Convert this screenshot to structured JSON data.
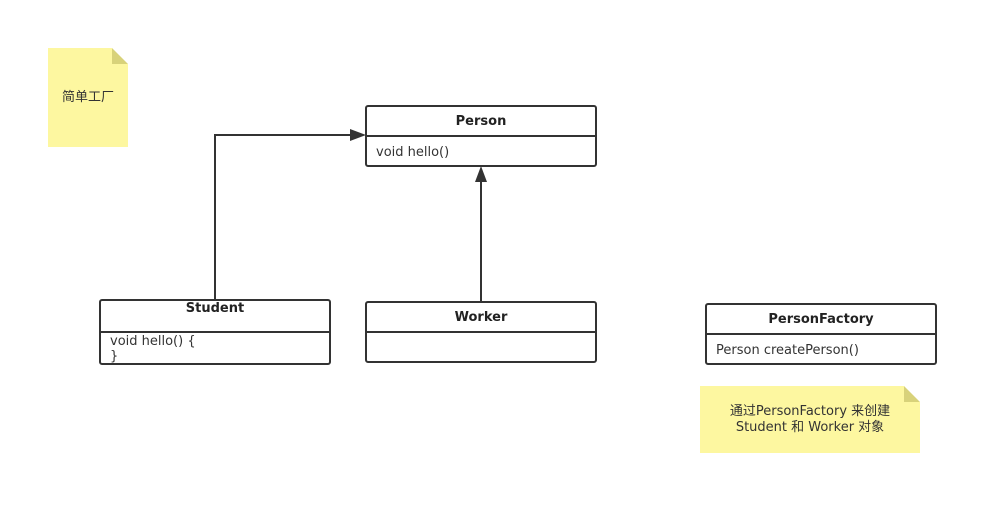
{
  "notes": {
    "title_note": "简单工厂",
    "factory_note": "通过PersonFactory 来创建\nStudent 和 Worker 对象"
  },
  "classes": {
    "person": {
      "name": "Person",
      "members": "void hello()"
    },
    "student": {
      "name": "Student",
      "members": "void hello() {\n}"
    },
    "worker": {
      "name": "Worker",
      "members": ""
    },
    "factory": {
      "name": "PersonFactory",
      "members": "Person createPerson()"
    }
  },
  "relations": [
    {
      "from": "Student",
      "to": "Person",
      "type": "inheritance"
    },
    {
      "from": "Worker",
      "to": "Person",
      "type": "inheritance"
    }
  ],
  "colors": {
    "note_fill": "#fdf7a0",
    "note_fold": "#d8d27a",
    "line": "#333333"
  }
}
